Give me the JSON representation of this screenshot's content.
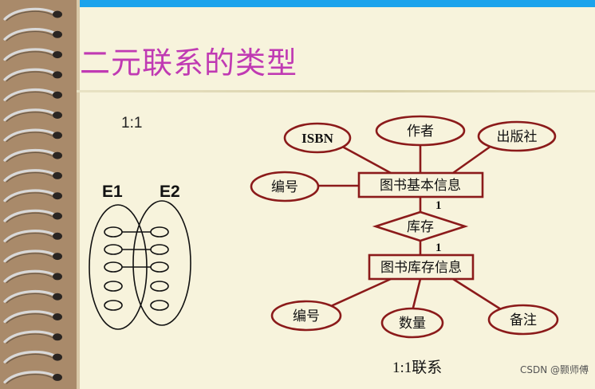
{
  "slide": {
    "title": "二元联系的类型",
    "ratio_label": "1:1",
    "watermark": "CSDN @颢师傅"
  },
  "mapping": {
    "left_set": "E1",
    "right_set": "E2"
  },
  "er": {
    "entity_top": "图书基本信息",
    "entity_bottom": "图书库存信息",
    "relationship": "库存",
    "card_top": "1",
    "card_bottom": "1",
    "attrs_top": [
      "ISBN",
      "作者",
      "出版社",
      "编号"
    ],
    "attrs_bottom": [
      "编号",
      "数量",
      "备注"
    ],
    "caption": "1:1联系"
  },
  "colors": {
    "title": "#c03ab3",
    "diagram_stroke": "#8b1a1a",
    "top_bar": "#1ca3ec",
    "background": "#f7f3dc"
  }
}
